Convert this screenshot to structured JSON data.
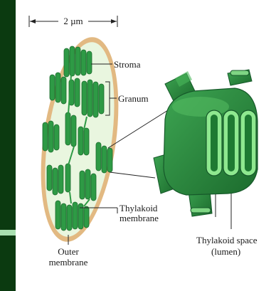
{
  "labels": {
    "scale": "2 µm",
    "stroma": "Stroma",
    "granum": "Granum",
    "thylakoid_membrane_1": "Thylakoid",
    "thylakoid_membrane_2": "membrane",
    "thylakoid_space_1": "Thylakoid space",
    "thylakoid_space_2": "(lumen)",
    "outer_membrane_1": "Outer",
    "outer_membrane_2": "membrane"
  },
  "colors": {
    "background": "#0b3a10",
    "outer_membrane": "#e2b982",
    "stroma": "#e9f6df",
    "thylakoid": "#2e9a45",
    "thylakoid_light": "#63c46a",
    "thylakoid_dark": "#1b6a2c"
  }
}
